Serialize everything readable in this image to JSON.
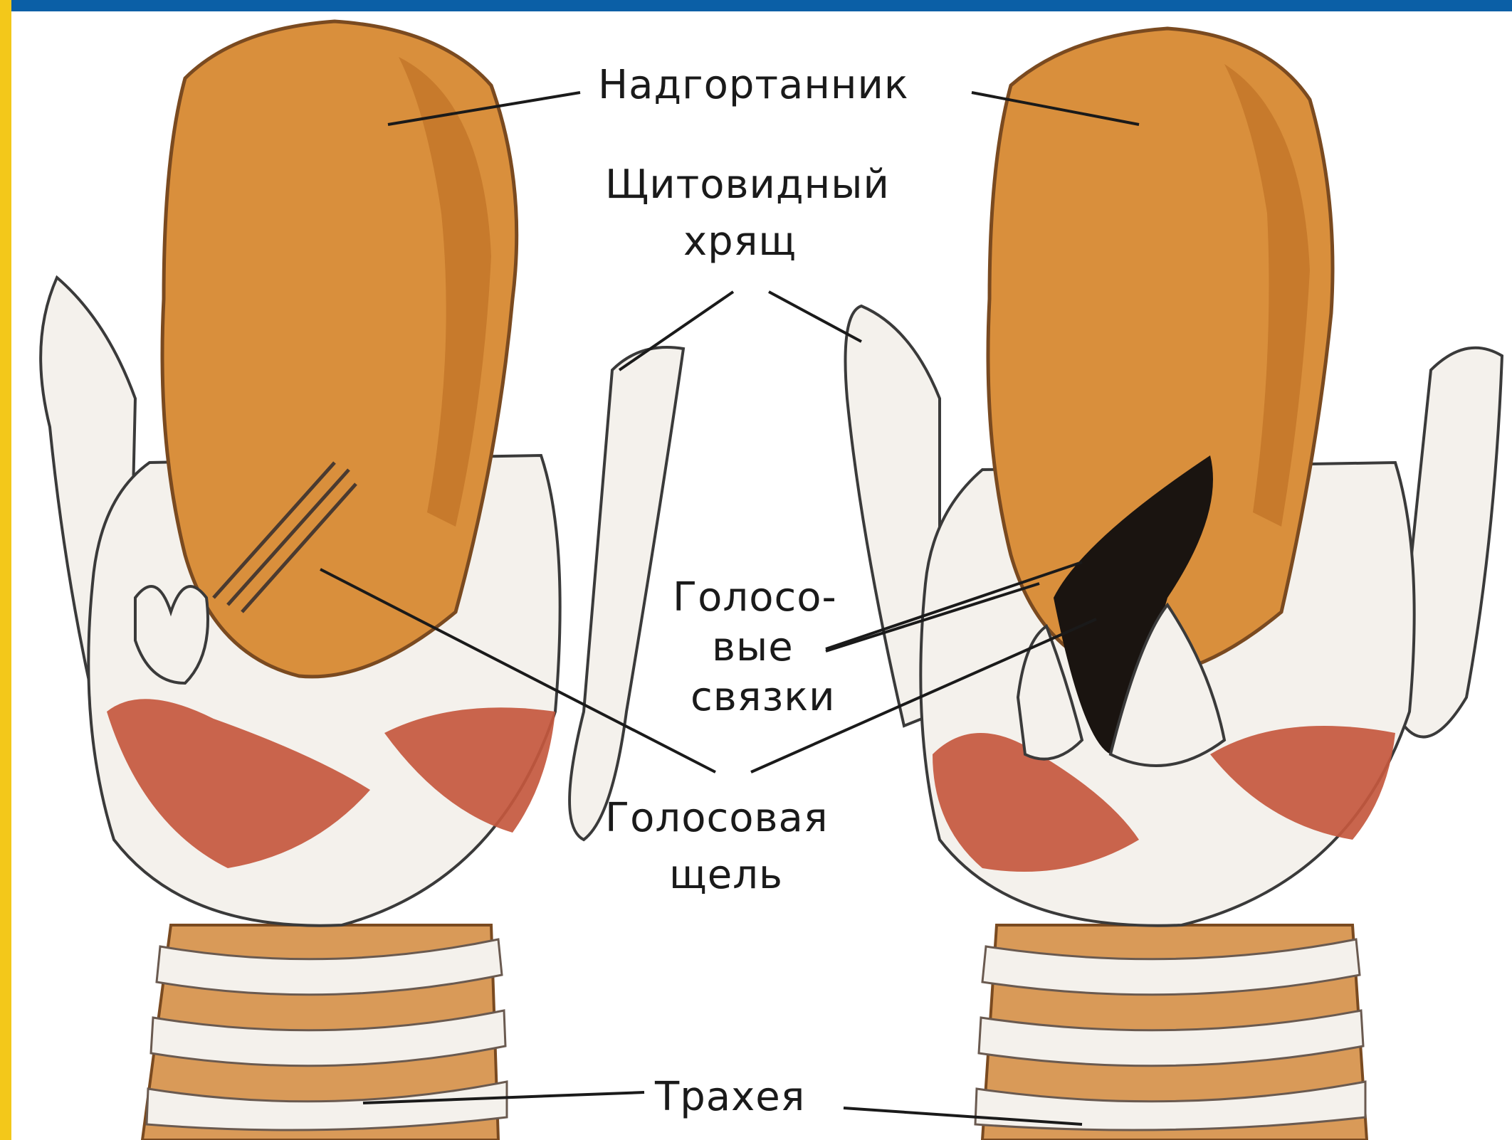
{
  "colors": {
    "top_bar": "#0b5fa6",
    "left_border": "#f3c81a",
    "cartilage": "#d98f3c",
    "cartilage_dark": "#b8691f",
    "muscle": "#c4583e",
    "white_tissue": "#f4f1ec",
    "ink": "#1a1a1a"
  },
  "labels": {
    "epiglottis": "Надгортанник",
    "thyroid_line1": "Щитовидный",
    "thyroid_line2": "хрящ",
    "cords_line1": "Голосо-",
    "cords_line2": "вые",
    "cords_line3": "связки",
    "glottis_line1": "Голосовая",
    "glottis_line2": "щель",
    "trachea": "Трахея"
  }
}
